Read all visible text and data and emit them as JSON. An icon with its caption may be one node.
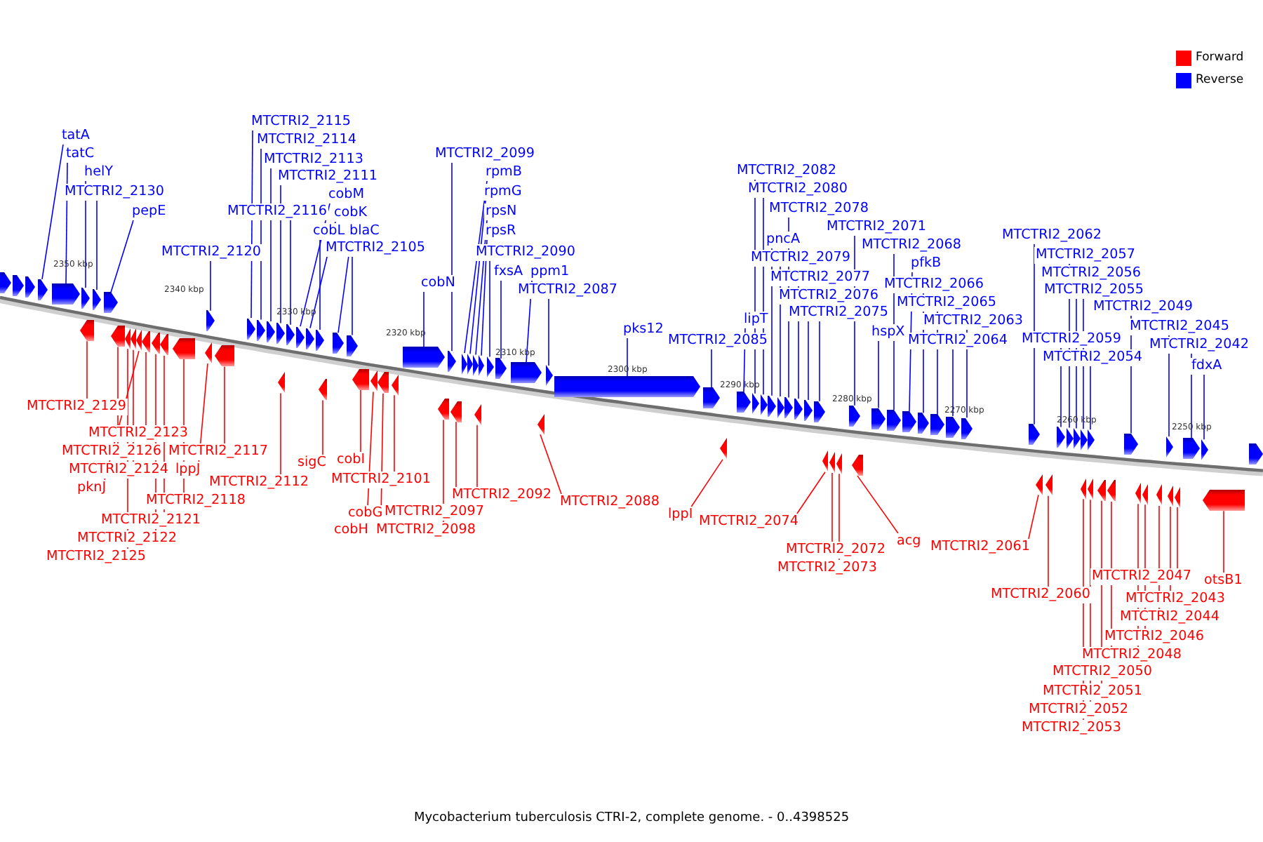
{
  "diagram": {
    "caption": "Mycobacterium tuberculosis CTRI-2, complete genome. - 0..4398525",
    "nodes": [
      {
        "text": [
          "tatA"
        ]
      },
      {
        "text": [],
        "shape": "arrow"
      },
      {
        "text": [
          "tatC"
        ]
      },
      {
        "text": [],
        "shape": "arrow"
      },
      {
        "text": [
          "helY"
        ]
      },
      {
        "text": [],
        "shape": "arrow"
      },
      {
        "text": [
          "MTCTRI2_2130"
        ]
      },
      {
        "text": [],
        "shape": "arrow"
      },
      {
        "text": [
          "pepE"
        ]
      },
      {
        "text": [],
        "shape": "arrow"
      },
      {
        "text": [
          "MTCTRI2_2120"
        ]
      },
      {
        "text": [],
        "shape": "arrow"
      },
      {
        "text": [
          "MTCTRI2_2115"
        ]
      },
      {
        "text": [],
        "shape": "arrow"
      },
      {
        "text": [
          "MTCTRI2_2114"
        ]
      },
      {
        "text": [],
        "shape": "arrow"
      },
      {
        "text": [
          "MTCTRI2_2113"
        ]
      },
      {
        "text": [],
        "shape": "arrow"
      },
      {
        "text": [
          "MTCTRI2_2111"
        ]
      },
      {
        "text": [],
        "shape": "arrow"
      },
      {
        "text": [
          "MTCTRI2_2116"
        ]
      },
      {
        "text": [],
        "shape": "arrow"
      },
      {
        "text": [
          "cobM"
        ]
      },
      {
        "text": [],
        "shape": "arrow"
      },
      {
        "text": [
          "cobK"
        ]
      },
      {
        "text": [],
        "shape": "arrow"
      },
      {
        "text": [
          "cobL"
        ]
      },
      {
        "text": [],
        "shape": "arrow"
      },
      {
        "text": [
          "blaC"
        ]
      },
      {
        "text": [],
        "shape": "arrow"
      },
      {
        "text": [
          "MTCTRI2_2105"
        ]
      },
      {
        "text": [],
        "shape": "arrow"
      },
      {
        "text": [
          "cobN"
        ]
      },
      {
        "text": [],
        "shape": "arrow"
      },
      {
        "text": [
          "MTCTRI2_2099"
        ]
      },
      {
        "text": [],
        "shape": "arrow"
      },
      {
        "text": [
          "rpmB"
        ]
      },
      {
        "text": [],
        "shape": "arrow"
      },
      {
        "text": [
          "rpmG"
        ]
      },
      {
        "text": [],
        "shape": "arrow"
      },
      {
        "text": [
          "rpsN"
        ]
      },
      {
        "text": [],
        "shape": "arrow"
      },
      {
        "text": [
          "rpsR"
        ]
      },
      {
        "text": [],
        "shape": "arrow"
      },
      {
        "text": [
          "MTCTRI2_2090"
        ]
      },
      {
        "text": [],
        "shape": "arrow"
      },
      {
        "text": [
          "fxsA"
        ]
      },
      {
        "text": [],
        "shape": "arrow"
      },
      {
        "text": [
          "ppm1"
        ]
      },
      {
        "text": [],
        "shape": "arrow"
      },
      {
        "text": [
          "MTCTRI2_2087"
        ]
      },
      {
        "text": [],
        "shape": "arrow"
      },
      {
        "text": [
          "pks12"
        ]
      },
      {
        "text": [],
        "shape": "arrow"
      },
      {
        "text": [
          "MTCTRI2_2085"
        ]
      },
      {
        "text": [],
        "shape": "arrow"
      },
      {
        "text": [
          "lipT"
        ]
      },
      {
        "text": [],
        "shape": "arrow"
      },
      {
        "text": [
          "MTCTRI2_2082"
        ]
      },
      {
        "text": [],
        "shape": "arrow"
      },
      {
        "text": [
          "MTCTRI2_2080"
        ]
      },
      {
        "text": [],
        "shape": "arrow"
      },
      {
        "text": [
          "pncA"
        ]
      },
      {
        "text": [],
        "shape": "arrow"
      },
      {
        "text": [
          "MTCTRI2_2079"
        ]
      },
      {
        "text": [],
        "shape": "arrow"
      },
      {
        "text": [
          "MTCTRI2_2078"
        ]
      },
      {
        "text": [],
        "shape": "arrow"
      },
      {
        "text": [
          "MTCTRI2_2077"
        ]
      },
      {
        "text": [],
        "shape": "arrow"
      },
      {
        "text": [
          "MTCTRI2_2076"
        ]
      },
      {
        "text": [],
        "shape": "arrow"
      },
      {
        "text": [
          "MTCTRI2_2075"
        ]
      },
      {
        "text": [],
        "shape": "arrow"
      },
      {
        "text": [
          "MTCTRI2_2071"
        ]
      },
      {
        "text": [],
        "shape": "arrow"
      },
      {
        "text": [
          "hspX"
        ]
      },
      {
        "text": [],
        "shape": "arrow"
      },
      {
        "text": [
          "MTCTRI2_2068"
        ]
      },
      {
        "text": [],
        "shape": "arrow"
      },
      {
        "text": [
          "pfkB"
        ]
      },
      {
        "text": [],
        "shape": "arrow"
      },
      {
        "text": [
          "MTCTRI2_2066"
        ]
      },
      {
        "text": [],
        "shape": "arrow"
      },
      {
        "text": [
          "MTCTRI2_2065"
        ]
      },
      {
        "text": [],
        "shape": "arrow"
      },
      {
        "text": [
          "MTCTRI2_2064"
        ]
      },
      {
        "text": [],
        "shape": "arrow"
      },
      {
        "text": [
          "MTCTRI2_2063"
        ]
      },
      {
        "text": [],
        "shape": "arrow"
      },
      {
        "text": [
          "MTCTRI2_2062"
        ]
      },
      {
        "text": [],
        "shape": "arrow"
      },
      {
        "text": [
          "MTCTRI2_2059"
        ]
      },
      {
        "text": [],
        "shape": "arrow"
      },
      {
        "text": [
          "MTCTRI2_2057"
        ]
      },
      {
        "text": [],
        "shape": "arrow"
      },
      {
        "text": [
          "MTCTRI2_2056"
        ]
      },
      {
        "text": [],
        "shape": "arrow"
      },
      {
        "text": [
          "MTCTRI2_2055"
        ]
      },
      {
        "text": [],
        "shape": "arrow"
      },
      {
        "text": [
          "MTCTRI2_2054"
        ]
      },
      {
        "text": [],
        "shape": "arrow"
      },
      {
        "text": [
          "MTCTRI2_2049"
        ]
      },
      {
        "text": [],
        "shape": "arrow"
      },
      {
        "text": [
          "MTCTRI2_2045"
        ]
      },
      {
        "text": [],
        "shape": "arrow"
      },
      {
        "text": [
          "MTCTRI2_2042"
        ]
      },
      {
        "text": [],
        "shape": "arrow"
      },
      {
        "text": [
          "fdxA"
        ]
      },
      {
        "text": [],
        "shape": "arrow"
      },
      {
        "text": [
          "MTCTRI2_2129"
        ]
      },
      {
        "text": [],
        "shape": "arrow"
      },
      {
        "text": [
          "MTCTRI2_2126"
        ]
      },
      {
        "text": [],
        "shape": "arrow"
      },
      {
        "text": [
          "MTCTRI2_2125"
        ]
      },
      {
        "text": [],
        "shape": "arrow"
      },
      {
        "text": [
          "MTCTRI2_2124"
        ]
      },
      {
        "text": [],
        "shape": "arrow"
      },
      {
        "text": [
          "pknJ"
        ]
      },
      {
        "text": [],
        "shape": "arrow"
      },
      {
        "text": [
          "MTCTRI2_2123"
        ]
      },
      {
        "text": [],
        "shape": "arrow"
      },
      {
        "text": [
          "MTCTRI2_2122"
        ]
      },
      {
        "text": [],
        "shape": "arrow"
      },
      {
        "text": [
          "MTCTRI2_2121"
        ]
      },
      {
        "text": [],
        "shape": "arrow"
      },
      {
        "text": [
          "MTCTRI2_2118"
        ]
      },
      {
        "text": [],
        "shape": "arrow"
      },
      {
        "text": [
          "lppJ"
        ]
      },
      {
        "text": [],
        "shape": "arrow"
      },
      {
        "text": [
          "MTCTRI2_2117"
        ]
      },
      {
        "text": [],
        "shape": "arrow"
      },
      {
        "text": [
          "MTCTRI2_2112"
        ]
      },
      {
        "text": [],
        "shape": "arrow"
      },
      {
        "text": [
          "sigC"
        ]
      },
      {
        "text": [],
        "shape": "arrow"
      },
      {
        "text": [
          "cobI"
        ]
      },
      {
        "text": [],
        "shape": "arrow"
      },
      {
        "text": [
          "cobH"
        ]
      },
      {
        "text": [],
        "shape": "arrow"
      },
      {
        "text": [
          "cobG"
        ]
      },
      {
        "text": [],
        "shape": "arrow"
      },
      {
        "text": [
          "MTCTRI2_2101"
        ]
      },
      {
        "text": [],
        "shape": "arrow"
      },
      {
        "text": [
          "MTCTRI2_2098"
        ]
      },
      {
        "text": [],
        "shape": "arrow"
      },
      {
        "text": [
          "MTCTRI2_2097"
        ]
      },
      {
        "text": [],
        "shape": "arrow"
      },
      {
        "text": [
          "MTCTRI2_2092"
        ]
      },
      {
        "text": [],
        "shape": "arrow"
      },
      {
        "text": [
          "MTCTRI2_2088"
        ]
      },
      {
        "text": [],
        "shape": "arrow"
      },
      {
        "text": [
          "lppI"
        ]
      },
      {
        "text": [],
        "shape": "arrow"
      },
      {
        "text": [
          "MTCTRI2_2074"
        ]
      },
      {
        "text": [],
        "shape": "arrow"
      },
      {
        "text": [
          "MTCTRI2_2072"
        ]
      },
      {
        "text": [],
        "shape": "arrow"
      },
      {
        "text": [
          "MTCTRI2_2073"
        ]
      },
      {
        "text": [],
        "shape": "arrow"
      },
      {
        "text": [
          "acg"
        ]
      },
      {
        "text": [],
        "shape": "arrow"
      },
      {
        "text": [
          "MTCTRI2_2061"
        ]
      },
      {
        "text": [],
        "shape": "arrow"
      },
      {
        "text": [
          "MTCTRI2_2060"
        ]
      },
      {
        "text": [],
        "shape": "arrow"
      },
      {
        "text": [
          "MTCTRI2_2053"
        ]
      },
      {
        "text": [],
        "shape": "arrow"
      },
      {
        "text": [
          "MTCTRI2_2052"
        ]
      },
      {
        "text": [],
        "shape": "arrow"
      },
      {
        "text": [
          "MTCTRI2_2051"
        ]
      },
      {
        "text": [],
        "shape": "arrow"
      },
      {
        "text": [
          "MTCTRI2_2050"
        ]
      },
      {
        "text": [],
        "shape": "arrow"
      },
      {
        "text": [
          "MTCTRI2_2048"
        ]
      },
      {
        "text": [],
        "shape": "arrow"
      },
      {
        "text": [
          "MTCTRI2_2046"
        ]
      },
      {
        "text": [],
        "shape": "arrow"
      },
      {
        "text": [
          "MTCTRI2_2044"
        ]
      },
      {
        "text": [],
        "shape": "arrow"
      },
      {
        "text": [
          "MTCTRI2_2043"
        ]
      },
      {
        "text": [],
        "shape": "arrow"
      },
      {
        "text": [
          "MTCTRI2_2047"
        ]
      },
      {
        "text": [],
        "shape": "arrow"
      },
      {
        "text": [
          "otsB1"
        ]
      },
      {
        "text": [],
        "shape": "arrow"
      },
      {
        "text": [],
        "shape": "arrow"
      },
      {
        "text": [],
        "shape": "arrow"
      },
      {
        "text": [],
        "shape": "arrow"
      },
      {
        "text": [],
        "shape": "arrow"
      }
    ],
    "edges": [
      {
        "from": 0,
        "to": 1,
        "arrow": "none"
      },
      {
        "from": 2,
        "to": 3,
        "arrow": "none"
      },
      {
        "from": 4,
        "to": 5,
        "arrow": "none"
      },
      {
        "from": 6,
        "to": 7,
        "arrow": "none"
      },
      {
        "from": 8,
        "to": 9,
        "arrow": "none"
      },
      {
        "from": 10,
        "to": 11,
        "arrow": "none"
      },
      {
        "from": 12,
        "to": 13,
        "arrow": "none"
      },
      {
        "from": 14,
        "to": 15,
        "arrow": "none"
      },
      {
        "from": 16,
        "to": 17,
        "arrow": "none"
      },
      {
        "from": 18,
        "to": 19,
        "arrow": "none"
      },
      {
        "from": 20,
        "to": 21,
        "arrow": "none"
      },
      {
        "from": 22,
        "to": 23,
        "arrow": "none"
      },
      {
        "from": 24,
        "to": 25,
        "arrow": "none"
      },
      {
        "from": 26,
        "to": 27,
        "arrow": "none"
      },
      {
        "from": 28,
        "to": 29,
        "arrow": "none"
      },
      {
        "from": 30,
        "to": 31,
        "arrow": "none"
      },
      {
        "from": 32,
        "to": 33,
        "arrow": "none"
      },
      {
        "from": 34,
        "to": 35,
        "arrow": "none"
      },
      {
        "from": 36,
        "to": 37,
        "arrow": "none"
      },
      {
        "from": 38,
        "to": 39,
        "arrow": "none"
      },
      {
        "from": 40,
        "to": 41,
        "arrow": "none"
      },
      {
        "from": 42,
        "to": 43,
        "arrow": "none"
      },
      {
        "from": 44,
        "to": 45,
        "arrow": "none"
      },
      {
        "from": 46,
        "to": 47,
        "arrow": "none"
      },
      {
        "from": 48,
        "to": 49,
        "arrow": "none"
      },
      {
        "from": 50,
        "to": 51,
        "arrow": "none"
      },
      {
        "from": 52,
        "to": 53,
        "arrow": "none"
      },
      {
        "from": 54,
        "to": 55,
        "arrow": "none"
      },
      {
        "from": 56,
        "to": 57,
        "arrow": "none"
      },
      {
        "from": 58,
        "to": 59,
        "arrow": "none"
      },
      {
        "from": 60,
        "to": 61,
        "arrow": "none"
      },
      {
        "from": 62,
        "to": 63,
        "arrow": "none"
      },
      {
        "from": 64,
        "to": 65,
        "arrow": "none"
      },
      {
        "from": 66,
        "to": 67,
        "arrow": "none"
      },
      {
        "from": 68,
        "to": 69,
        "arrow": "none"
      },
      {
        "from": 70,
        "to": 71,
        "arrow": "none"
      },
      {
        "from": 72,
        "to": 73,
        "arrow": "none"
      },
      {
        "from": 74,
        "to": 75,
        "arrow": "none"
      },
      {
        "from": 76,
        "to": 77,
        "arrow": "none"
      },
      {
        "from": 78,
        "to": 79,
        "arrow": "none"
      },
      {
        "from": 80,
        "to": 81,
        "arrow": "none"
      },
      {
        "from": 82,
        "to": 83,
        "arrow": "none"
      },
      {
        "from": 84,
        "to": 85,
        "arrow": "none"
      },
      {
        "from": 86,
        "to": 87,
        "arrow": "none"
      },
      {
        "from": 88,
        "to": 89,
        "arrow": "none"
      },
      {
        "from": 90,
        "to": 91,
        "arrow": "none"
      },
      {
        "from": 92,
        "to": 93,
        "arrow": "none"
      },
      {
        "from": 94,
        "to": 95,
        "arrow": "none"
      },
      {
        "from": 96,
        "to": 97,
        "arrow": "none"
      },
      {
        "from": 98,
        "to": 99,
        "arrow": "none"
      },
      {
        "from": 100,
        "to": 101,
        "arrow": "none"
      },
      {
        "from": 102,
        "to": 103,
        "arrow": "none"
      },
      {
        "from": 104,
        "to": 105,
        "arrow": "none"
      },
      {
        "from": 106,
        "to": 107,
        "arrow": "none"
      },
      {
        "from": 108,
        "to": 109,
        "arrow": "none"
      },
      {
        "from": 110,
        "to": 111,
        "arrow": "none",
        "color": "#ff0000"
      },
      {
        "from": 112,
        "to": 113,
        "arrow": "none",
        "color": "#ff0000"
      },
      {
        "from": 114,
        "to": 115,
        "arrow": "none",
        "color": "#ff0000"
      },
      {
        "from": 116,
        "to": 117,
        "arrow": "none",
        "color": "#ff0000"
      },
      {
        "from": 118,
        "to": 119,
        "arrow": "none",
        "color": "#ff0000"
      },
      {
        "from": 120,
        "to": 121,
        "arrow": "none",
        "color": "#ff0000"
      },
      {
        "from": 122,
        "to": 123,
        "arrow": "none",
        "color": "#ff0000"
      },
      {
        "from": 124,
        "to": 125,
        "arrow": "none",
        "color": "#ff0000"
      },
      {
        "from": 126,
        "to": 127,
        "arrow": "none",
        "color": "#ff0000"
      },
      {
        "from": 128,
        "to": 129,
        "arrow": "none",
        "color": "#ff0000"
      },
      {
        "from": 130,
        "to": 131,
        "arrow": "none",
        "color": "#ff0000"
      },
      {
        "from": 132,
        "to": 133,
        "arrow": "none",
        "color": "#ff0000"
      },
      {
        "from": 134,
        "to": 135,
        "arrow": "none",
        "color": "#ff0000"
      },
      {
        "from": 136,
        "to": 137,
        "arrow": "none",
        "color": "#ff0000"
      },
      {
        "from": 138,
        "to": 139,
        "arrow": "none",
        "color": "#ff0000"
      },
      {
        "from": 140,
        "to": 141,
        "arrow": "none",
        "color": "#ff0000"
      },
      {
        "from": 142,
        "to": 143,
        "arrow": "none",
        "color": "#ff0000"
      },
      {
        "from": 144,
        "to": 145,
        "arrow": "none",
        "color": "#ff0000"
      },
      {
        "from": 146,
        "to": 147,
        "arrow": "none",
        "color": "#ff0000"
      },
      {
        "from": 148,
        "to": 149,
        "arrow": "none",
        "color": "#ff0000"
      },
      {
        "from": 150,
        "to": 151,
        "arrow": "none",
        "color": "#ff0000"
      },
      {
        "from": 152,
        "to": 153,
        "arrow": "none",
        "color": "#ff0000"
      },
      {
        "from": 154,
        "to": 155,
        "arrow": "none",
        "color": "#ff0000"
      },
      {
        "from": 156,
        "to": 157,
        "arrow": "none",
        "color": "#ff0000"
      },
      {
        "from": 158,
        "to": 159,
        "arrow": "none",
        "color": "#ff0000"
      },
      {
        "from": 160,
        "to": 161,
        "arrow": "none",
        "color": "#ff0000"
      },
      {
        "from": 162,
        "to": 163,
        "arrow": "none",
        "color": "#ff0000"
      },
      {
        "from": 164,
        "to": 165,
        "arrow": "none",
        "color": "#ff0000"
      },
      {
        "from": 166,
        "to": 167,
        "arrow": "none",
        "color": "#ff0000"
      },
      {
        "from": 168,
        "to": 169,
        "arrow": "none",
        "color": "#ff0000"
      },
      {
        "from": 170,
        "to": 171,
        "arrow": "none",
        "color": "#ff0000"
      },
      {
        "from": 172,
        "to": 173,
        "arrow": "none",
        "color": "#ff0000"
      },
      {
        "from": 174,
        "to": 175,
        "arrow": "none",
        "color": "#ff0000"
      },
      {
        "from": 176,
        "to": 177,
        "arrow": "none",
        "color": "#ff0000"
      },
      {
        "from": 178,
        "to": 179,
        "arrow": "none",
        "color": "#ff0000"
      },
      {
        "from": 180,
        "to": 181,
        "arrow": "none",
        "color": "#ff0000"
      },
      {
        "from": 182,
        "to": 183,
        "arrow": "none",
        "color": "#ff0000"
      },
      {
        "from": 184,
        "to": 185,
        "arrow": "none",
        "color": "#ff0000"
      }
    ],
    "labels": [
      "2350 kbp",
      "2340 kbp",
      "2330 kbp",
      "2320 kbp",
      "2310 kbp",
      "2300 kbp",
      "2290 kbp",
      "2280 kbp",
      "2270 kbp",
      "2260 kbp",
      "2250 kbp"
    ],
    "legend": [
      {
        "text": "Forward",
        "color": "#ff0000"
      },
      {
        "text": "Reverse",
        "color": "#0000ff"
      }
    ]
  }
}
